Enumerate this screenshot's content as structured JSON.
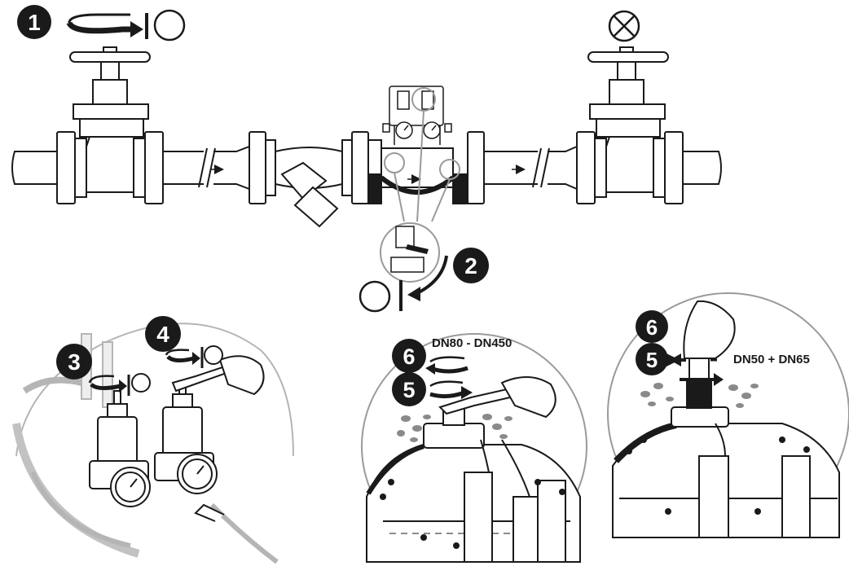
{
  "steps": {
    "s1": "1",
    "s2": "2",
    "s3": "3",
    "s4": "4",
    "s5a": "5",
    "s6a": "6",
    "s5b": "5",
    "s6b": "6"
  },
  "labels": {
    "range_large": "DN80 - DN450",
    "range_small": "DN50 + DN65"
  },
  "symbols": {
    "open_circle": "open-circle-icon",
    "closed_valve": "crossed-circle-icon",
    "flow_arrow": "flow-arrow-icon"
  },
  "colors": {
    "line": "#1a1a1a",
    "dark_fill": "#2a2a2a",
    "ghost_grey": "#b5b5b5",
    "spray": "#8a8a8a"
  }
}
